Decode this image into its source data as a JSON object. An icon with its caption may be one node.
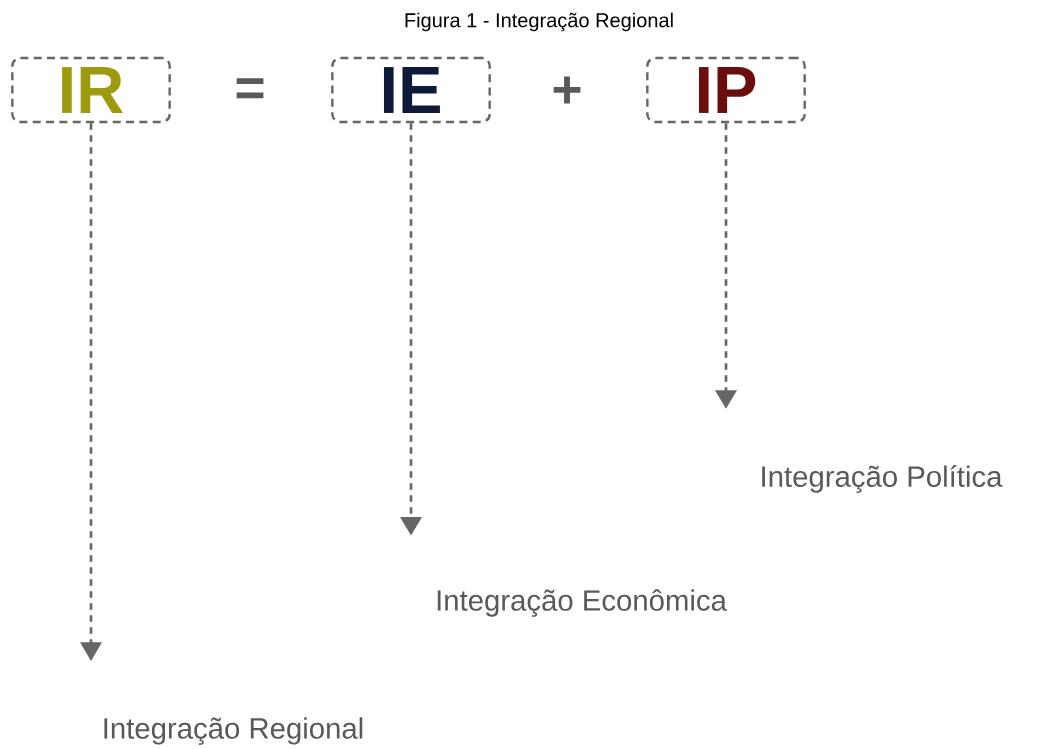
{
  "diagram": {
    "title": "Figura 1 -  Integração Regional",
    "nodes": [
      {
        "text": [
          "IR"
        ]
      },
      {
        "text": [
          "IE"
        ]
      },
      {
        "text": [
          "IP"
        ]
      },
      {
        "text": [
          "Integração Regional"
        ]
      },
      {
        "text": [
          "Integração Econômica"
        ]
      },
      {
        "text": [
          "Integração Política"
        ]
      }
    ],
    "edges": [
      {
        "from": 0,
        "to": 3,
        "arrow": "to",
        "style": "dashed"
      },
      {
        "from": 1,
        "to": 4,
        "arrow": "to",
        "style": "dashed"
      },
      {
        "from": 2,
        "to": 5,
        "arrow": "to",
        "style": "dashed"
      }
    ],
    "labels": [
      "=",
      "+"
    ]
  }
}
